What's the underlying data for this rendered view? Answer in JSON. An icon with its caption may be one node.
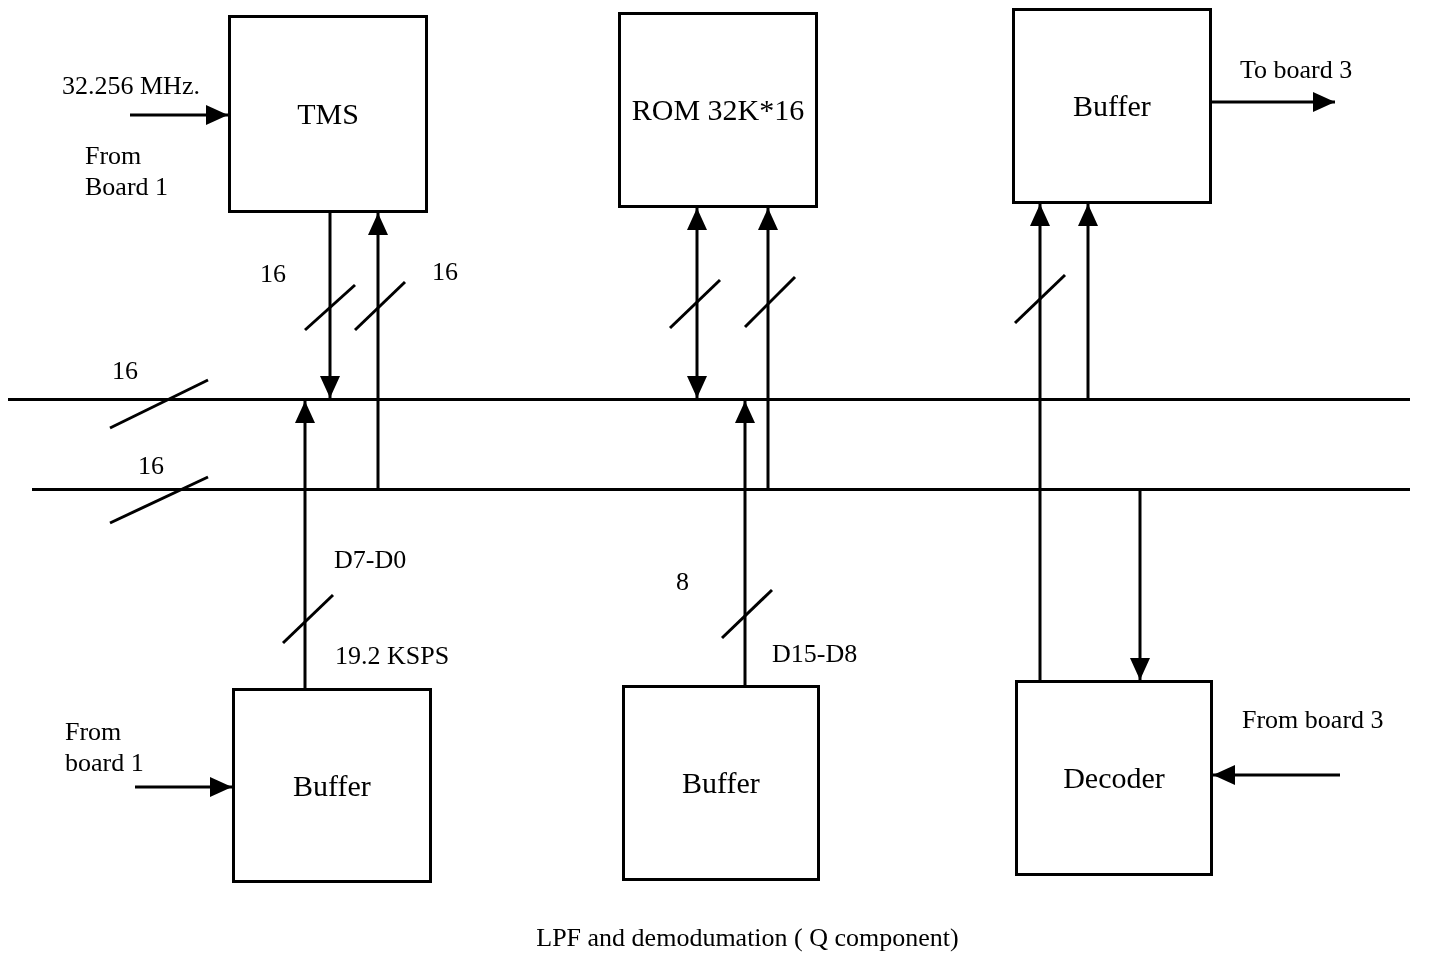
{
  "diagram": {
    "caption": "LPF and demodumation ( Q component)",
    "nodes": [
      {
        "text": [
          "TMS"
        ]
      },
      {
        "text": [
          "ROM 32K*16"
        ]
      },
      {
        "text": [
          "Buffer"
        ]
      },
      {
        "text": [],
        "shape": "bar",
        "beside": [
          "16"
        ]
      },
      {
        "text": [],
        "shape": "bar",
        "beside": [
          "16"
        ]
      },
      {
        "text": [
          "Buffer"
        ]
      },
      {
        "text": [
          "Buffer"
        ]
      },
      {
        "text": [
          "Decoder"
        ]
      }
    ],
    "edges": [
      {
        "from": null,
        "to": 0,
        "arrow": "to",
        "label": "32.256 MHz."
      },
      {
        "from": 0,
        "to": 3,
        "arrow": "to",
        "label": "16"
      },
      {
        "from": 4,
        "to": 0,
        "arrow": "to",
        "label": "16"
      },
      {
        "from": 1,
        "to": 3,
        "arrow": "both"
      },
      {
        "from": 4,
        "to": 1,
        "arrow": "to"
      },
      {
        "from": 3,
        "to": 2,
        "arrow": "to"
      },
      {
        "from": 7,
        "to": 2,
        "arrow": "to"
      },
      {
        "from": 2,
        "to": null,
        "arrow": "to",
        "label": "To board 3"
      },
      {
        "from": 5,
        "to": 3,
        "arrow": "to",
        "label": "D7-D0"
      },
      {
        "from": 6,
        "to": 3,
        "arrow": "to",
        "label": "8"
      },
      {
        "from": 4,
        "to": 7,
        "arrow": "to"
      },
      {
        "from": null,
        "to": 7,
        "arrow": "to",
        "label": "From board 3"
      },
      {
        "from": null,
        "to": 5,
        "arrow": "to"
      }
    ],
    "labels": [
      "From Board 1",
      "19.2 KSPS",
      "D15-D8",
      "From board 1"
    ]
  }
}
